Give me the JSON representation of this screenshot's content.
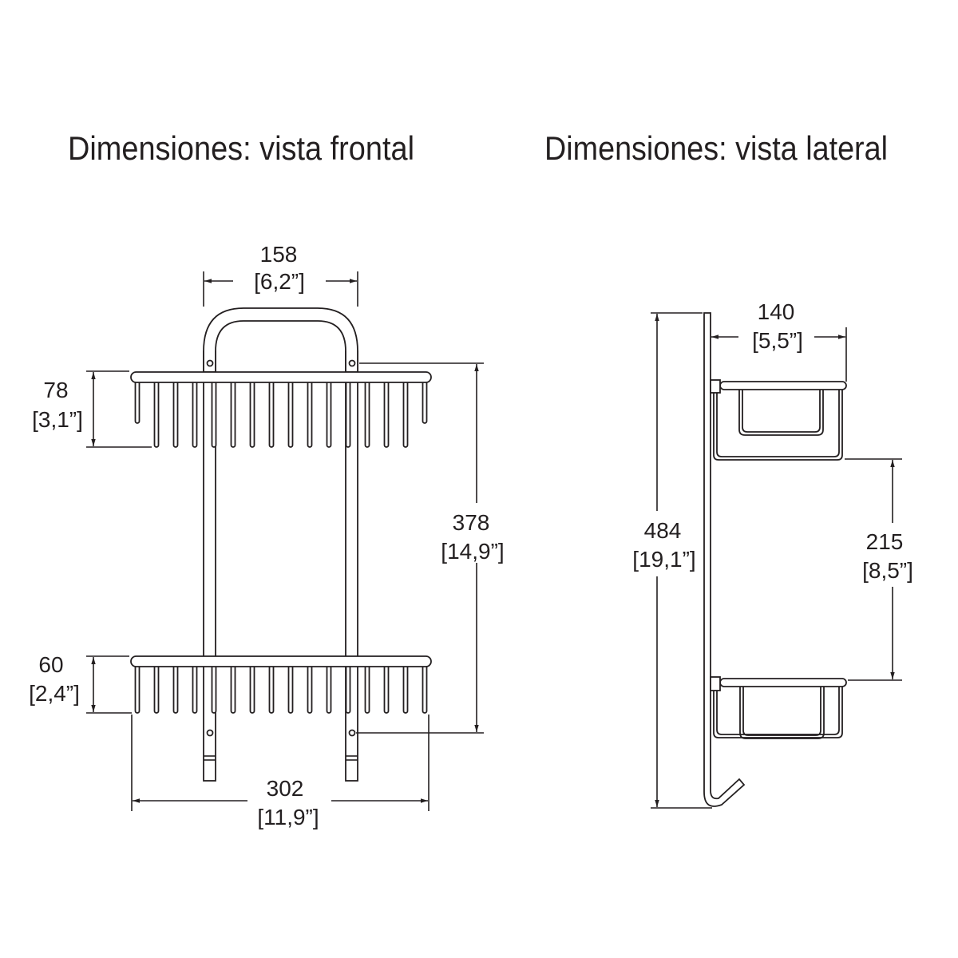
{
  "front_view": {
    "title": "Dimensiones: vista frontal",
    "dims": {
      "handle_width": {
        "mm": "158",
        "in": "[6,2”]"
      },
      "top_basket_height": {
        "mm": "78",
        "in": "[3,1”]"
      },
      "mount_spacing": {
        "mm": "378",
        "in": "[14,9”]"
      },
      "bottom_basket_height": {
        "mm": "60",
        "in": "[2,4”]"
      },
      "total_width": {
        "mm": "302",
        "in": "[11,9”]"
      }
    }
  },
  "side_view": {
    "title": "Dimensiones: vista lateral",
    "dims": {
      "depth": {
        "mm": "140",
        "in": "[5,5”]"
      },
      "total_height": {
        "mm": "484",
        "in": "[19,1”]"
      },
      "shelf_gap": {
        "mm": "215",
        "in": "[8,5”]"
      }
    }
  },
  "colors": {
    "line": "#231f20",
    "background": "#ffffff"
  }
}
